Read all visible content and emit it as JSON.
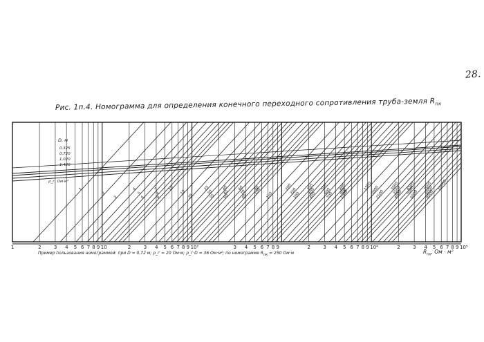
{
  "page_number": "28.",
  "caption": {
    "text": "Рис. 1п.4. Номограмма для определения конечного переходного сопротивления труба-земля",
    "symbol": "R",
    "symbol_sub": "пк"
  },
  "diameter_label": "D, м",
  "diameters": [
    "0,325",
    "0,720",
    "1,020",
    "1,420"
  ],
  "resistivity_label": "ρ_г, Ом·м²",
  "resistivity_values": [
    "1",
    "2",
    "3",
    "4",
    "5",
    "6",
    "7",
    "8",
    "9",
    "10",
    "15",
    "20",
    "25",
    "30",
    "35",
    "40",
    "45",
    "50",
    "60",
    "70",
    "80",
    "90",
    "100",
    "150",
    "200",
    "250",
    "300",
    "350",
    "400",
    "450",
    "500",
    "600",
    "700",
    "800",
    "900",
    "1000",
    "1500",
    "2000",
    "2500",
    "3000",
    "3500",
    "4000",
    "4500",
    "5000",
    "6000",
    "7000",
    "8000",
    "9000",
    "10000"
  ],
  "axis": {
    "decades": [
      {
        "start": 0,
        "labels": [
          "1",
          "2",
          "3",
          "4",
          "5",
          "6",
          "7",
          "8",
          "9",
          "10"
        ]
      },
      {
        "start": 1,
        "labels": [
          "2",
          "3",
          "4",
          "5",
          "6",
          "7",
          "8",
          "9",
          "10²"
        ]
      },
      {
        "start": 2,
        "labels": [
          "3",
          "4",
          "5",
          "6",
          "7",
          "8",
          "9"
        ]
      },
      {
        "start": 3,
        "labels": [
          "2",
          "3",
          "4",
          "5",
          "6",
          "7",
          "8",
          "9",
          "10⁴"
        ]
      },
      {
        "start": 4,
        "labels": [
          "2",
          "3",
          "4",
          "5",
          "6",
          "7",
          "8",
          "9",
          "10⁵"
        ]
      }
    ],
    "unit": "R",
    "unit_sub": "пк",
    "unit_rest": ", Ом · м²"
  },
  "example": {
    "lead": "Пример пользования номограммой:",
    "text": "при D = 0,72 м; ρ_г = 20 Ом·м; ρ_г·D = 36 Ом·м²; по номограмме",
    "result": "R",
    "result_sub": "пк",
    "result_rest": " = 250 Ом·м"
  },
  "colors": {
    "ink": "#1a1a1a",
    "paper": "#ffffff"
  }
}
